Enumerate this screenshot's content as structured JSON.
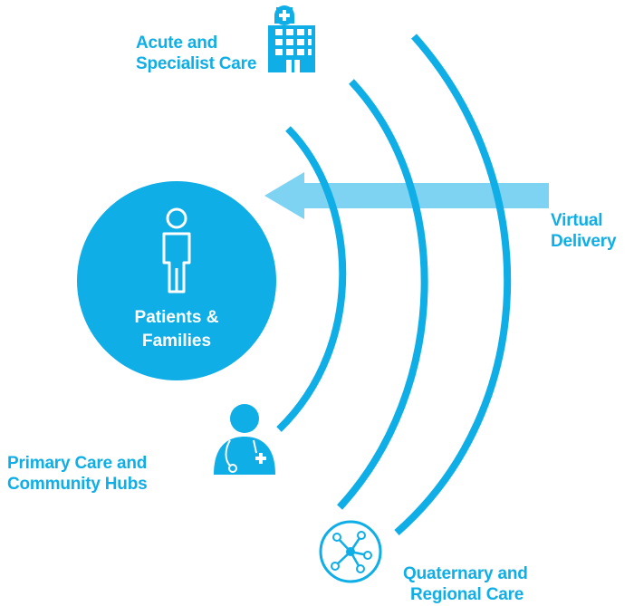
{
  "colors": {
    "primary": "#10AEE6",
    "arrow": "#7DD3F1",
    "white": "#FFFFFF"
  },
  "center": {
    "line1": "Patients &",
    "line2": "Families",
    "icon": "person-icon"
  },
  "nodes": {
    "acute": {
      "line1": "Acute and",
      "line2": "Specialist Care",
      "icon": "hospital-icon"
    },
    "virtual": {
      "line1": "Virtual",
      "line2": "Delivery",
      "icon": "arrow-left-icon"
    },
    "primary": {
      "line1": "Primary Care and",
      "line2": "Community Hubs",
      "icon": "doctor-icon"
    },
    "quaternary": {
      "line1": "Quaternary and",
      "line2": "Regional Care",
      "icon": "network-icon"
    }
  }
}
